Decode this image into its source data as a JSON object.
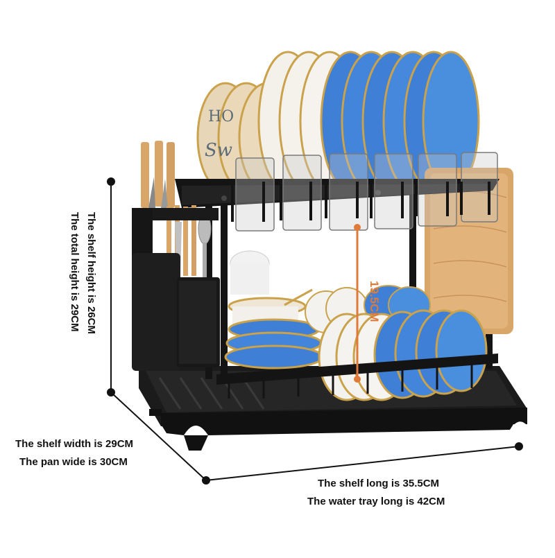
{
  "product": {
    "name": "two-tier dish drying rack",
    "colors": {
      "frame": "#141414",
      "plate_blue": "#3f7fd6",
      "plate_cream": "#e8d6b8",
      "plate_white": "#f5f5f5",
      "gold_rim": "#c9a24b",
      "board": "#d9a66a",
      "dimension_line": "#111111",
      "middle_dimension": "#e07a3a"
    }
  },
  "dimensions": {
    "shelf_height": "The shelf height is 26CM",
    "total_height": "The total height is 29CM",
    "shelf_width": "The shelf width is 29CM",
    "pan_wide": "The pan wide is 30CM",
    "shelf_long": "The shelf long is 35.5CM",
    "water_tray_long": "The water tray long is 42CM",
    "tier_spacing": "19.5CM"
  }
}
